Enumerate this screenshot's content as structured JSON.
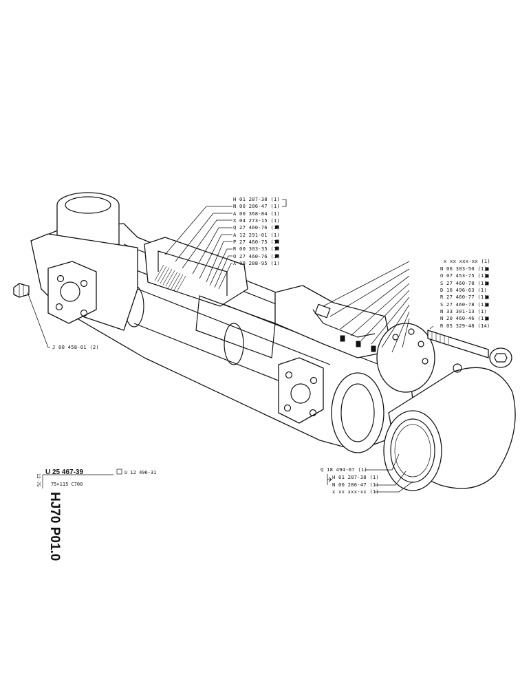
{
  "title_block": {
    "side_code": "HJ70 P01.0",
    "side_date": "12-75",
    "part_number": "U 25 467-39",
    "alt_reference": "U 12 496-31",
    "description": "75×115 C700"
  },
  "callouts_top": [
    "H 01 287-38 (1)",
    "N 00 286-47 (1)",
    "A 00 368-84 (1)",
    "X 04 273-15 (1)",
    "Q 27 460-76 (1)",
    "A 12 291-01 (1)",
    "P 27 460-75 (1)",
    "R 00 303-35 (1)",
    "O 27 460-76 (1)",
    "X 08 288-95 (1)"
  ],
  "callouts_right": [
    "x xx xxx-xx (1)",
    "N 06 303-50 (1)",
    "O 07 453-75 (1)",
    "S 27 460-78 (1)",
    "D 16 496-63 (1)",
    "R 27 460-77 (1)",
    "S 27 460-78 (1)",
    "N 33 301-13 (1)",
    "N 20 460-46 (1)",
    "R 05 329-48 (14)"
  ],
  "callout_left": "J 00 458-01 (2)",
  "callouts_bottom": [
    "Q 18 494-67 (1)",
    "H 01 287-38 (1)",
    "N 00 286-47 (1)",
    "x xx xxx-xx (1)"
  ]
}
